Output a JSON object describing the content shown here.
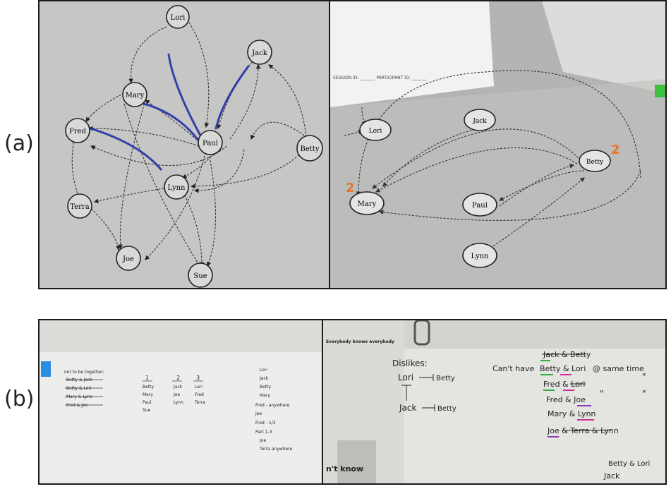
{
  "labels": {
    "a": "(a)",
    "b": "(b)"
  },
  "graph_a_left": {
    "nodes": [
      {
        "id": "lori",
        "label": "Lori"
      },
      {
        "id": "jack",
        "label": "Jack"
      },
      {
        "id": "mary",
        "label": "Mary"
      },
      {
        "id": "fred",
        "label": "Fred"
      },
      {
        "id": "paul",
        "label": "Paul"
      },
      {
        "id": "betty",
        "label": "Betty"
      },
      {
        "id": "lynn",
        "label": "Lynn"
      },
      {
        "id": "terra",
        "label": "Terra"
      },
      {
        "id": "joe",
        "label": "Joe"
      },
      {
        "id": "sue",
        "label": "Sue"
      }
    ]
  },
  "graph_a_right": {
    "header": "SESSION ID: _______ PARTICIPANT ID: _______",
    "nodes": [
      {
        "id": "lori",
        "label": "Lori"
      },
      {
        "id": "jack",
        "label": "Jack"
      },
      {
        "id": "betty",
        "label": "Betty"
      },
      {
        "id": "mary",
        "label": "Mary"
      },
      {
        "id": "paul",
        "label": "Paul"
      },
      {
        "id": "lynn",
        "label": "Lynn"
      }
    ],
    "marks": [
      "2",
      "2"
    ]
  },
  "notes_b_left": {
    "title": "not to be together:",
    "crossed_list": [
      "Betty & Jack",
      "Betty & Lori",
      "Mary & Lynn",
      "Fred & Joe"
    ],
    "columns": [
      {
        "header": "1",
        "items": [
          "Betty",
          "Mary",
          "Paul",
          "Sue"
        ]
      },
      {
        "header": "2",
        "items": [
          "Jack",
          "Joe",
          "Lynn"
        ]
      },
      {
        "header": "3",
        "items": [
          "Lori",
          "Fred",
          "Terra"
        ]
      }
    ],
    "right_list": [
      "Lori",
      "Jack",
      "Betty",
      "Mary",
      "Fred - anywhere",
      "Joe",
      "Fred - 1/3",
      "Part 1-3",
      "Joe",
      "Terra anywhere"
    ]
  },
  "notes_b_right": {
    "printed_top": "Everybody knows everybody",
    "printed_bottom": "n't know",
    "dislikes_title": "Dislikes:",
    "lori": "Lori",
    "betty1": "Betty",
    "jack": "Jack",
    "betty2": "Betty",
    "cant_have": "Can't have",
    "line1": "Jack & Betty",
    "line2a": "Betty & Lori",
    "line2b": "@ same time",
    "line3": "Fred & Lori",
    "line4": "Fred & Joe",
    "line5": "Mary & Lynn",
    "line6": "Joe & Terra & Lynn",
    "ditto": "\"",
    "bottom1": "Betty & Lori",
    "bottom2": "Jack"
  },
  "colors": {
    "blue_edge": "#2432a8",
    "orange_mark": "#e8742a",
    "paper_grey": "#c4c4c2",
    "frame": "#1a1a1a"
  }
}
